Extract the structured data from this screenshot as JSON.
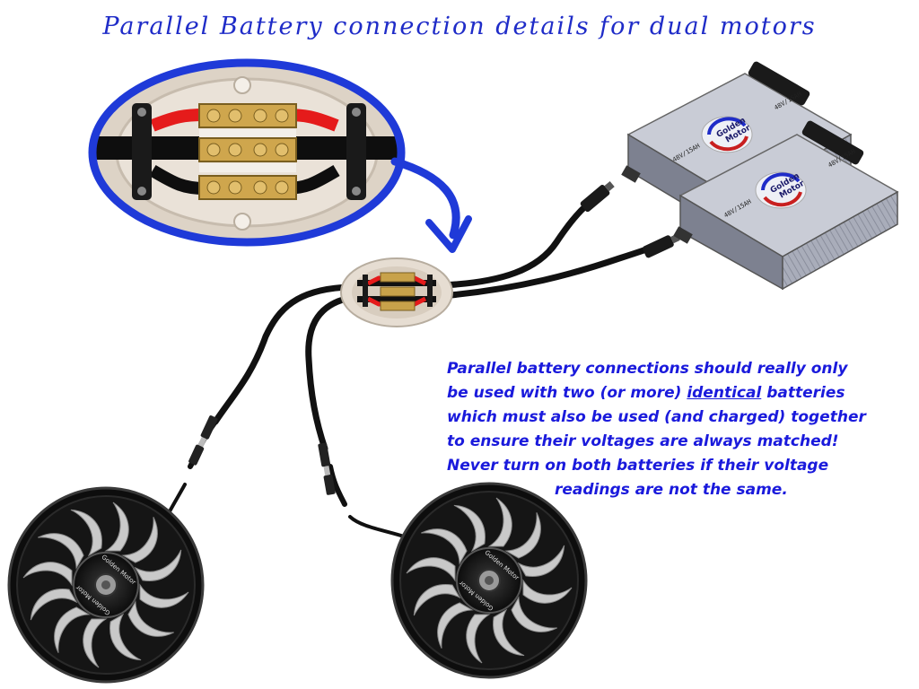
{
  "title": "Parallel Battery connection details for dual motors",
  "note": {
    "line1": "Parallel battery connections should really only",
    "line2_pre": "be used with two (or more) ",
    "line2_em": "identical",
    "line2_post": " batteries",
    "line3": "which must also be used (and charged) together",
    "line4": "to ensure their voltages are always matched!",
    "line5": "Never turn on both batteries if their voltage",
    "line6": "readings are not the same."
  },
  "batteries": [
    {
      "brand_line1": "Golden",
      "brand_line2": "Motor",
      "spec1": "48V/15AH",
      "spec2": "48V/15AH"
    },
    {
      "brand_line1": "Golden",
      "brand_line2": "Motor",
      "spec1": "48V/15AH",
      "spec2": "48V/15AH"
    }
  ],
  "motors": [
    {
      "hub_label": "Golden Motor"
    },
    {
      "hub_label": "Golden Motor"
    }
  ],
  "colors": {
    "title": "#1f2cc8",
    "note": "#1a1adc",
    "callout_outline": "#1f3ad8",
    "arrow": "#1f3ad8",
    "terminal_red": "#e51b1b",
    "brass": "#c8a24a",
    "cable": "#111111",
    "battery_shell": "#b9bcc8"
  }
}
